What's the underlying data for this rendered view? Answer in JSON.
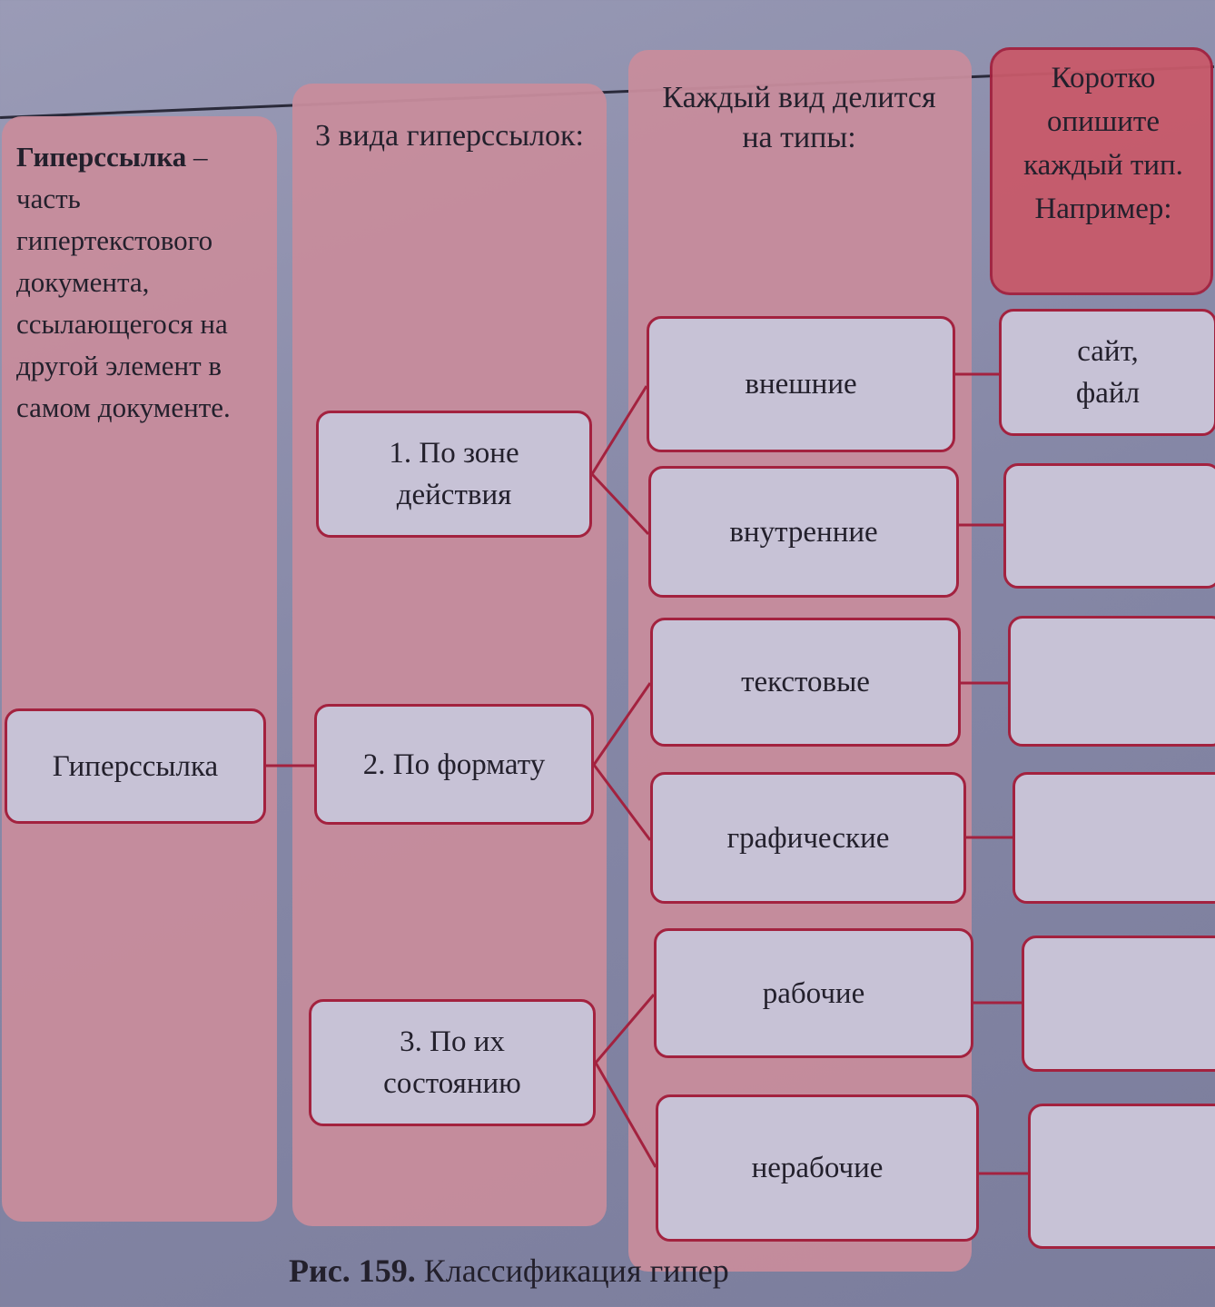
{
  "columns": {
    "col1_definition": {
      "term": "Гиперссылка",
      "text": " – часть гипертекстового документа, ссылающегося на другой элемент в самом документе."
    },
    "col2_header": "3 вида гиперссылок:",
    "col3_header": "Каждый вид делится на типы:",
    "col4_header": "Коротко опишите каждый тип. Например:"
  },
  "root": "Гиперссылка",
  "kinds": [
    "1. По зоне действия",
    "2. По формату",
    "3. По их состоянию"
  ],
  "types": [
    "внешние",
    "внутренние",
    "текстовые",
    "графические",
    "рабочие",
    "нерабочие"
  ],
  "descriptions": [
    "сайт, файл",
    "",
    "",
    "",
    "",
    ""
  ],
  "caption": {
    "number": "Рис. 159.",
    "text": " Классификация гипер"
  },
  "colors": {
    "column": "#c78c9c",
    "header": "#c85a6a",
    "border": "#a3223f",
    "box": "#c7c2d6"
  }
}
